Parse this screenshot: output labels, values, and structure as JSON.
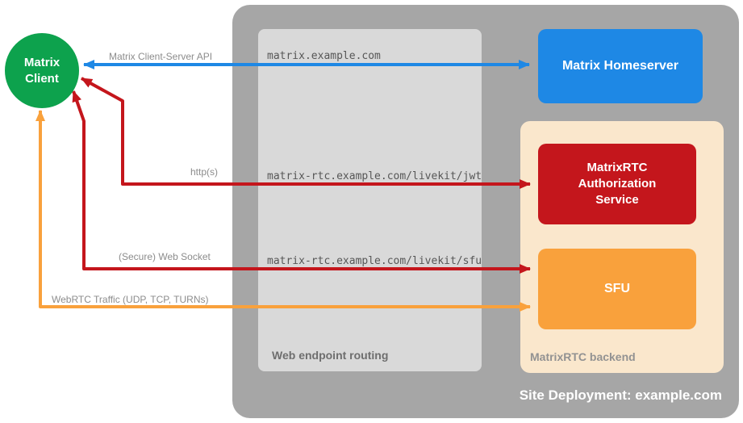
{
  "colors": {
    "green": "#0DA24D",
    "blue": "#1E88E5",
    "red": "#C4161C",
    "orange": "#F9A13C",
    "container_gray": "#A6A6A6",
    "routing_gray": "#D9D9D9",
    "backend_cream": "#FAE7CC"
  },
  "nodes": {
    "client": {
      "label": "Matrix Client"
    },
    "homeserver": {
      "label": "Matrix Homeserver"
    },
    "auth_service": {
      "label": "MatrixRTC Authorization Service"
    },
    "sfu": {
      "label": "SFU"
    }
  },
  "containers": {
    "deployment": {
      "label": "Site Deployment: example.com"
    },
    "routing": {
      "label": "Web endpoint routing"
    },
    "backend": {
      "label": "MatrixRTC backend"
    }
  },
  "endpoints": [
    "matrix.example.com",
    "matrix-rtc.example.com/livekit/jwt",
    "matrix-rtc.example.com/livekit/sfu"
  ],
  "arrows": [
    {
      "name": "client-server-api",
      "label": "Matrix Client-Server API",
      "color": "#1E88E5"
    },
    {
      "name": "https",
      "label": "http(s)",
      "color": "#C4161C"
    },
    {
      "name": "websocket",
      "label": "(Secure) Web Socket",
      "color": "#C4161C"
    },
    {
      "name": "webrtc",
      "label": "WebRTC Traffic (UDP, TCP, TURNs)",
      "color": "#F9A13C"
    }
  ]
}
